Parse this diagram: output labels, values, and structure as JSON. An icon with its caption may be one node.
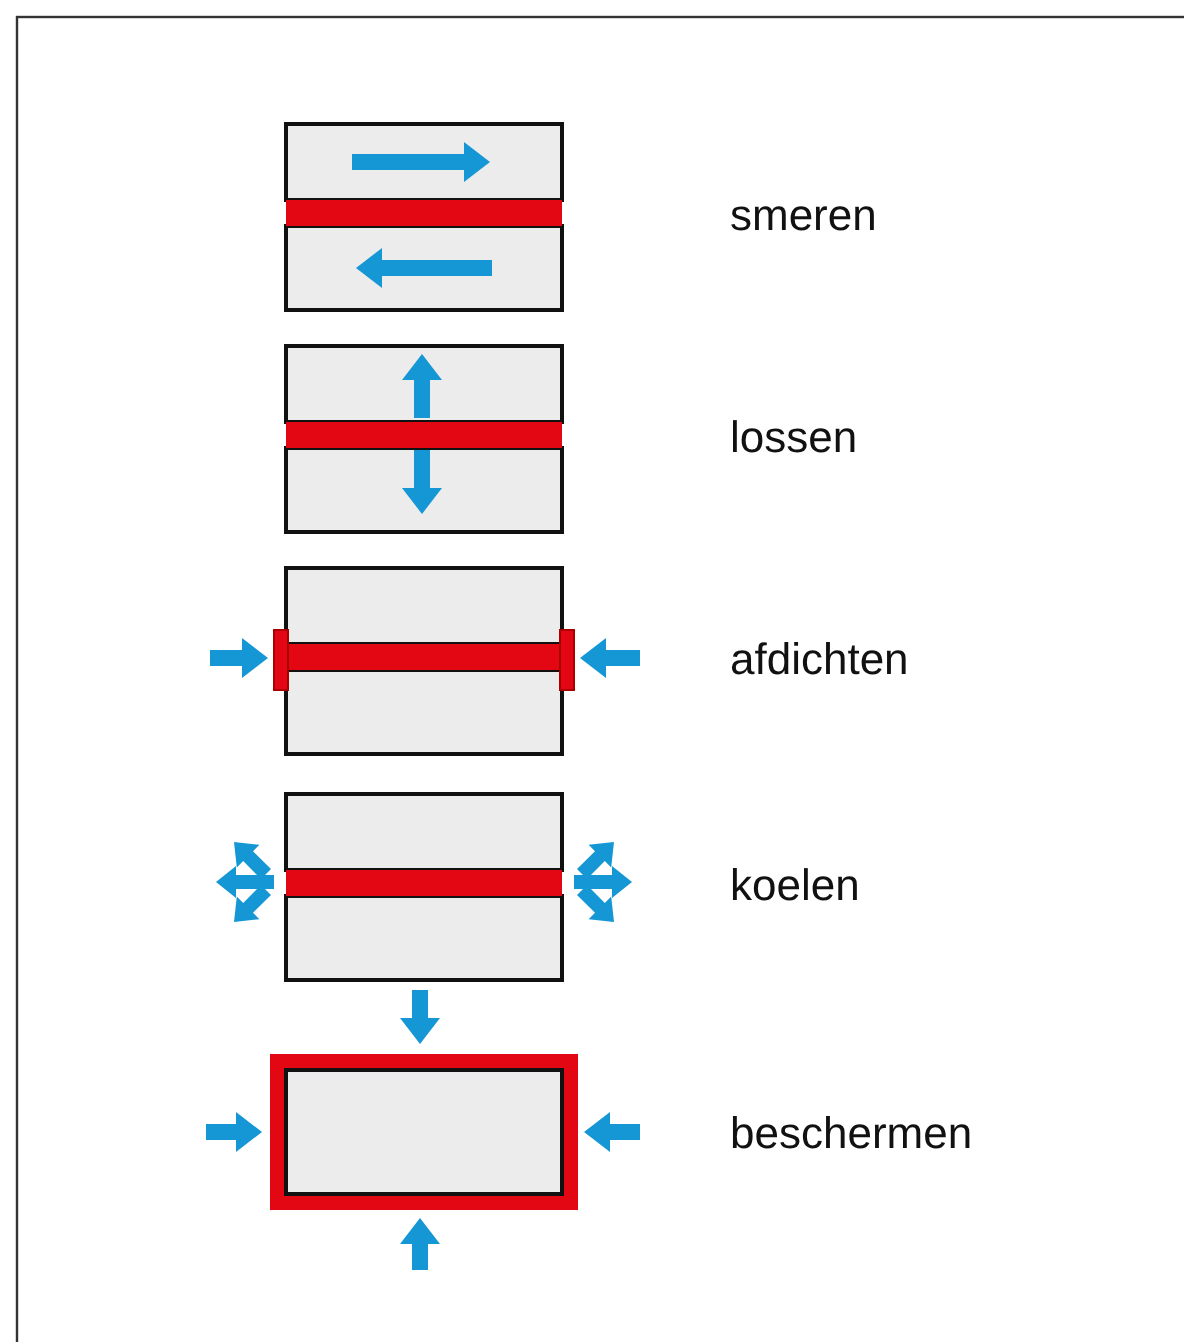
{
  "diagram": {
    "labels": [
      "smeren",
      "lossen",
      "afdichten",
      "koelen",
      "beschermen"
    ]
  }
}
